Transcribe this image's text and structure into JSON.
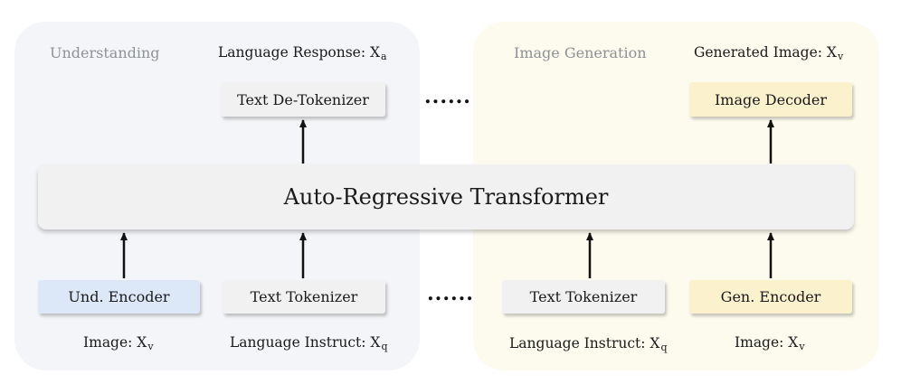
{
  "left_panel": {
    "title": "Understanding",
    "output_caption": {
      "text": "Language Response: X",
      "sub": "a"
    },
    "output_box": "Text De-Tokenizer",
    "encoders": [
      {
        "label": "Und. Encoder",
        "caption": "Image: X",
        "sub": "v"
      },
      {
        "label": "Text Tokenizer",
        "caption": "Language Instruct: X",
        "sub": "q"
      }
    ]
  },
  "right_panel": {
    "title": "Image Generation",
    "output_caption": {
      "text": "Generated Image: X",
      "sub": "v"
    },
    "output_box": "Image Decoder",
    "encoders": [
      {
        "label": "Text Tokenizer",
        "caption": "Language Instruct: X",
        "sub": "q"
      },
      {
        "label": "Gen. Encoder",
        "caption": "Image: X",
        "sub": "v"
      }
    ]
  },
  "transformer": {
    "label": "Auto-Regressive Transformer"
  },
  "ellipsis": "......",
  "colors": {
    "left_panel_bg": "#f4f5f8",
    "right_panel_bg": "#fdfbee",
    "und_encoder_bg": "#dce8f8",
    "gen_box_bg": "#fbf1cc",
    "neutral_box_bg": "#f1f1f1"
  }
}
